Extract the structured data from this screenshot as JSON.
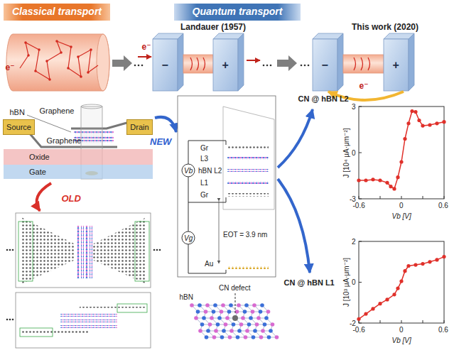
{
  "diagram": {
    "nodes": [
      {
        "text": [
          "Classical transport"
        ]
      },
      {
        "text": [
          "Quantum transport"
        ]
      },
      {
        "text": [
          "Source"
        ]
      },
      {
        "text": [
          "Drain"
        ]
      },
      {
        "text": [
          "Oxide"
        ]
      },
      {
        "text": [
          "Gate"
        ]
      }
    ],
    "labels": [
      "e⁻",
      "Landauer (1957)",
      "e⁻",
      "−",
      "+",
      "This work (2020)",
      "−",
      "+",
      "e⁻",
      "hBN",
      "Graphene",
      "Graphene",
      "OLD",
      "NEW",
      "Gr",
      "L3",
      "hBN L2",
      "L1",
      "Gr",
      "Vb",
      "Vg",
      "EOT = 3.9 nm",
      "Au",
      "CN @ hBN L2",
      "CN @ hBN L1",
      "CN defect",
      "hBN",
      "J [10⁴ μA·μm⁻²]",
      "3",
      "0",
      "-3",
      "-0.6",
      "0",
      "0.6",
      "Vb [V]",
      "J [10³ μA·μm⁻²]",
      "2",
      "0",
      "-2",
      "-0.6",
      "0",
      "0.6",
      "Vb [V]"
    ]
  }
}
